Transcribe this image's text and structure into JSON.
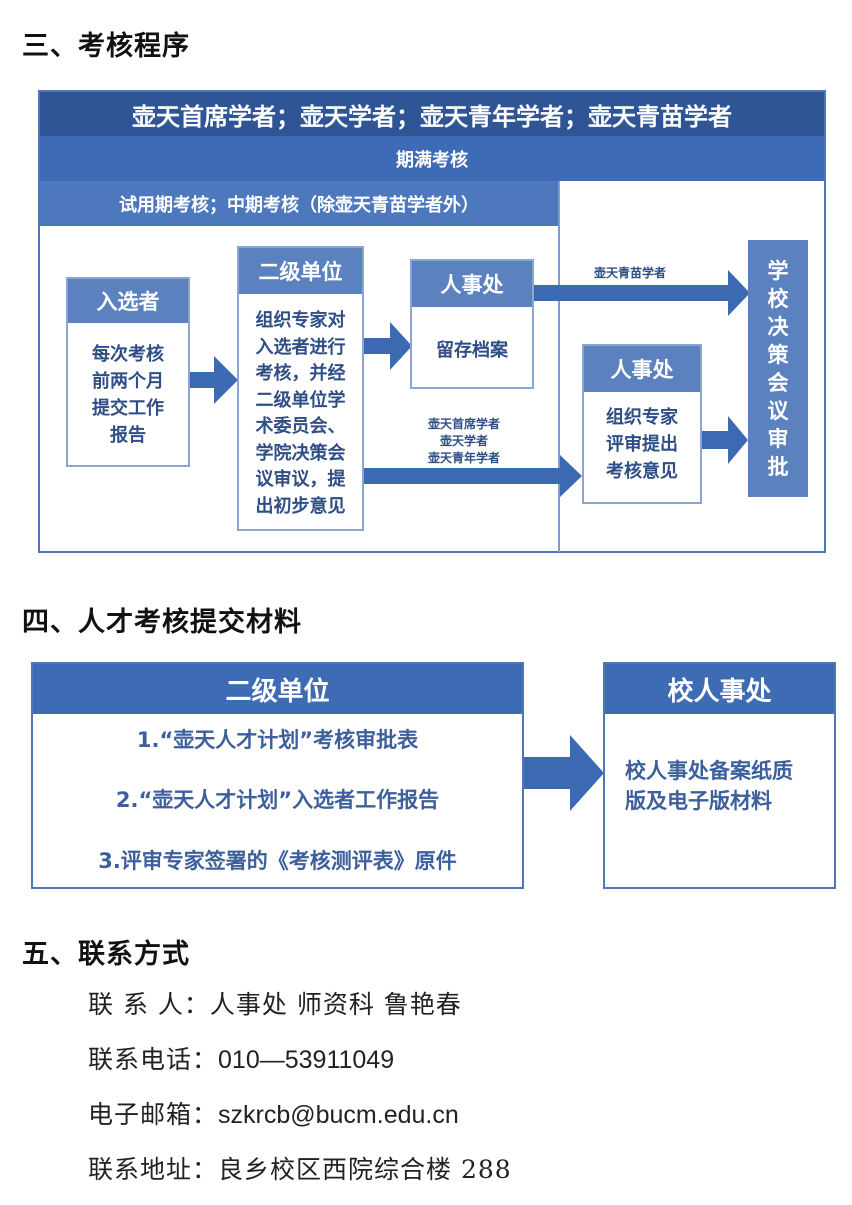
{
  "section3": {
    "title": "三、考核程序",
    "header_top": "壶天首席学者；壶天学者；壶天青年学者；壶天青苗学者",
    "header_mid": "期满考核",
    "header_sub": "试用期考核；中期考核（除壶天青苗学者外）",
    "candidate_box": {
      "head": "入选者",
      "body": [
        "每次考核",
        "前两个月",
        "提交工作",
        "报告"
      ]
    },
    "unit_box": {
      "head": "二级单位",
      "body": [
        "组织专家对",
        "入选者进行",
        "考核，并经",
        "二级单位学",
        "术委员会、",
        "学院决策会",
        "议审议，提",
        "出初步意见"
      ]
    },
    "hr_archive_box": {
      "head": "人事处",
      "body": "留存档案"
    },
    "hr_review_box": {
      "head": "人事处",
      "body": [
        "组织专家",
        "评审提出",
        "考核意见"
      ]
    },
    "school_box": {
      "chars": [
        "学",
        "校",
        "决",
        "策",
        "会",
        "议",
        "审",
        "批"
      ]
    },
    "arrow_label_seedling": "壶天青苗学者",
    "arrow_label_others": [
      "壶天首席学者",
      "壶天学者",
      "壶天青年学者"
    ],
    "colors": {
      "dark": "#2f5597",
      "mid": "#3e6bb5",
      "box_head": "#5b82bf",
      "arrow": "#3b6ab3",
      "text": "#2f4e86"
    }
  },
  "section4": {
    "title": "四、人才考核提交材料",
    "left_head": "二级单位",
    "left_items": [
      "1.“壶天人才计划”考核审批表",
      "2.“壶天人才计划”入选者工作报告",
      "3.评审专家签署的《考核测评表》原件"
    ],
    "right_head": "校人事处",
    "right_body": [
      "校人事处备案纸质",
      "版及电子版材料"
    ]
  },
  "section5": {
    "title": "五、联系方式",
    "rows": [
      {
        "label": "联 系 人：",
        "value": "人事处 师资科 鲁艳春"
      },
      {
        "label": "联系电话：",
        "value": "010—53911049"
      },
      {
        "label": "电子邮箱：",
        "value": "szkrcb@bucm.edu.cn"
      },
      {
        "label": "联系地址：",
        "value": "良乡校区西院综合楼 288"
      }
    ]
  }
}
